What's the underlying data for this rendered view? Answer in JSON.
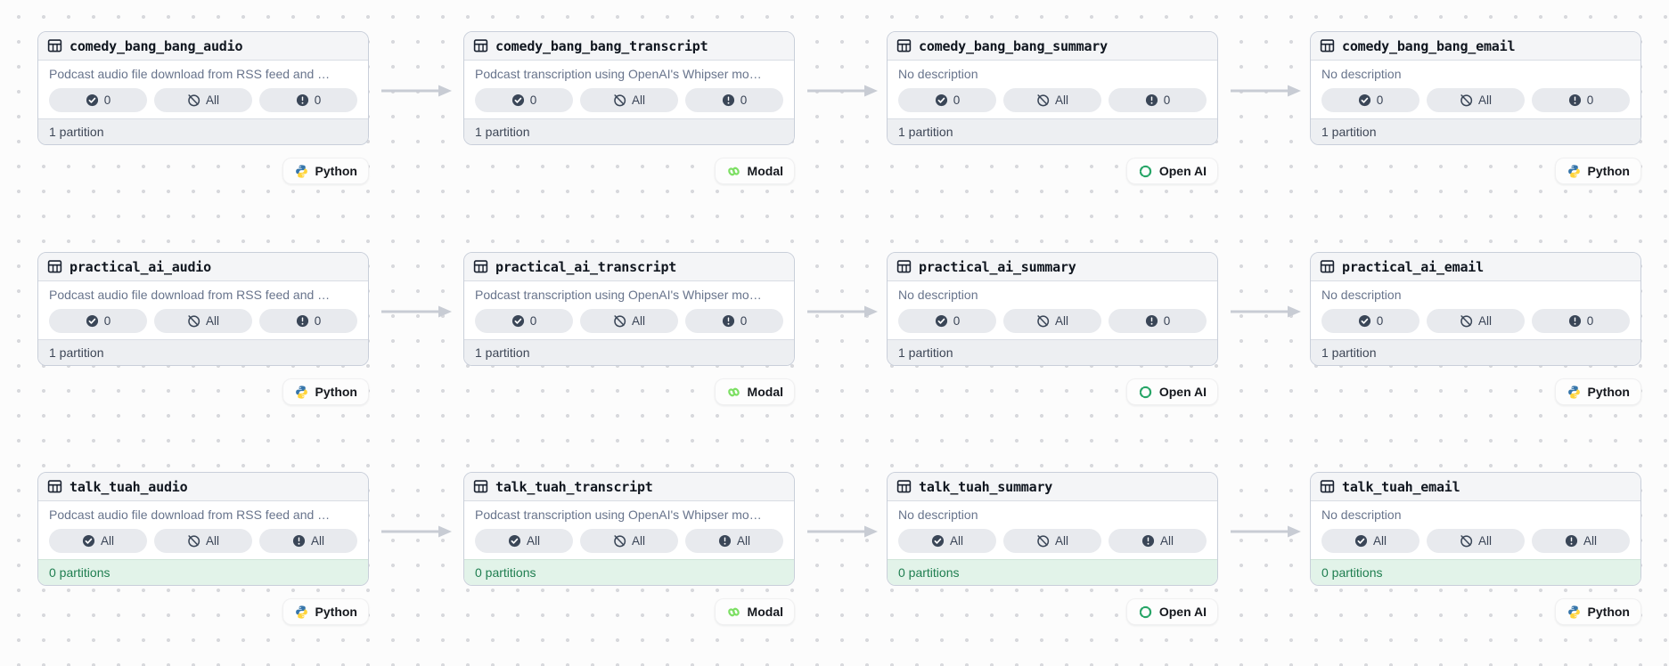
{
  "app": {
    "view": "asset-lineage-graph"
  },
  "colors": {
    "accent_border": "#c9cfda",
    "pill_background": "#e8eaee",
    "pill_text": "#3a4456",
    "status_icon": "#3a4657",
    "partitions_empty_bg": "#e2f3e9",
    "partitions_empty_text": "#1f7e50",
    "arrow": "#c8ccd4",
    "python_blue": "#3776AB",
    "python_yellow": "#FFD43B",
    "modal_green": "#7ddf64",
    "openai_green": "#27a567"
  },
  "cards": [
    {
      "title": "comedy_bang_bang_audio",
      "description": "Podcast audio file download from RSS feed and …",
      "pills": {
        "check": "0",
        "ban": "All",
        "alert": "0"
      },
      "partitions": "1 partition",
      "state": "has",
      "tag_label": "Python",
      "tag_kind": "python"
    },
    {
      "title": "comedy_bang_bang_transcript",
      "description": "Podcast transcription using OpenAI's Whipser mo…",
      "pills": {
        "check": "0",
        "ban": "All",
        "alert": "0"
      },
      "partitions": "1 partition",
      "state": "has",
      "tag_label": "Modal",
      "tag_kind": "modal"
    },
    {
      "title": "comedy_bang_bang_summary",
      "description": "No description",
      "pills": {
        "check": "0",
        "ban": "All",
        "alert": "0"
      },
      "partitions": "1 partition",
      "state": "has",
      "tag_label": "Open AI",
      "tag_kind": "openai"
    },
    {
      "title": "comedy_bang_bang_email",
      "description": "No description",
      "pills": {
        "check": "0",
        "ban": "All",
        "alert": "0"
      },
      "partitions": "1 partition",
      "state": "has",
      "tag_label": "Python",
      "tag_kind": "python"
    },
    {
      "title": "practical_ai_audio",
      "description": "Podcast audio file download from RSS feed and …",
      "pills": {
        "check": "0",
        "ban": "All",
        "alert": "0"
      },
      "partitions": "1 partition",
      "state": "has",
      "tag_label": "Python",
      "tag_kind": "python"
    },
    {
      "title": "practical_ai_transcript",
      "description": "Podcast transcription using OpenAI's Whipser mo…",
      "pills": {
        "check": "0",
        "ban": "All",
        "alert": "0"
      },
      "partitions": "1 partition",
      "state": "has",
      "tag_label": "Modal",
      "tag_kind": "modal"
    },
    {
      "title": "practical_ai_summary",
      "description": "No description",
      "pills": {
        "check": "0",
        "ban": "All",
        "alert": "0"
      },
      "partitions": "1 partition",
      "state": "has",
      "tag_label": "Open AI",
      "tag_kind": "openai"
    },
    {
      "title": "practical_ai_email",
      "description": "No description",
      "pills": {
        "check": "0",
        "ban": "All",
        "alert": "0"
      },
      "partitions": "1 partition",
      "state": "has",
      "tag_label": "Python",
      "tag_kind": "python"
    },
    {
      "title": "talk_tuah_audio",
      "description": "Podcast audio file download from RSS feed and …",
      "pills": {
        "check": "All",
        "ban": "All",
        "alert": "All"
      },
      "partitions": "0 partitions",
      "state": "empty",
      "tag_label": "Python",
      "tag_kind": "python"
    },
    {
      "title": "talk_tuah_transcript",
      "description": "Podcast transcription using OpenAI's Whipser mo…",
      "pills": {
        "check": "All",
        "ban": "All",
        "alert": "All"
      },
      "partitions": "0 partitions",
      "state": "empty",
      "tag_label": "Modal",
      "tag_kind": "modal"
    },
    {
      "title": "talk_tuah_summary",
      "description": "No description",
      "pills": {
        "check": "All",
        "ban": "All",
        "alert": "All"
      },
      "partitions": "0 partitions",
      "state": "empty",
      "tag_label": "Open AI",
      "tag_kind": "openai"
    },
    {
      "title": "talk_tuah_email",
      "description": "No description",
      "pills": {
        "check": "All",
        "ban": "All",
        "alert": "All"
      },
      "partitions": "0 partitions",
      "state": "empty",
      "tag_label": "Python",
      "tag_kind": "python"
    }
  ]
}
